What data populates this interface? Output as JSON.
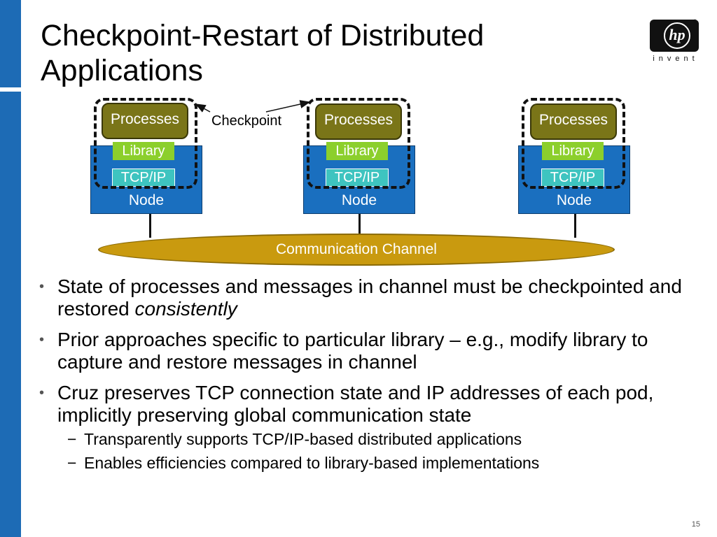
{
  "slide": {
    "title": "Checkpoint-Restart of Distributed Applications",
    "page_number": "15",
    "logo": {
      "mark": "hp",
      "tagline": "invent"
    }
  },
  "diagram": {
    "nodes": [
      {
        "processes": "Processes",
        "library": "Library",
        "tcpip": "TCP/IP",
        "node": "Node"
      },
      {
        "processes": "Processes",
        "library": "Library",
        "tcpip": "TCP/IP",
        "node": "Node"
      },
      {
        "processes": "Processes",
        "library": "Library",
        "tcpip": "TCP/IP",
        "node": "Node"
      }
    ],
    "checkpoint_label": "Checkpoint",
    "channel_label": "Communication Channel"
  },
  "bullets": [
    {
      "text": "State of processes and messages in channel must be checkpointed and restored ",
      "emphasis": "consistently"
    },
    {
      "text": "Prior approaches specific to particular library – e.g., modify library to capture and restore messages in channel"
    },
    {
      "text": "Cruz preserves TCP connection state and IP addresses of each pod, implicitly preserving global communication state"
    }
  ],
  "sub_bullets": [
    "Transparently supports TCP/IP-based distributed applications",
    "Enables efficiencies compared to library-based implementations"
  ],
  "colors": {
    "accent_bar": "#1d6bb5",
    "node": "#1a6fbf",
    "processes": "#7a7518",
    "library": "#8ccf2c",
    "tcpip": "#3ec4c0",
    "channel": "#c99a0f"
  }
}
